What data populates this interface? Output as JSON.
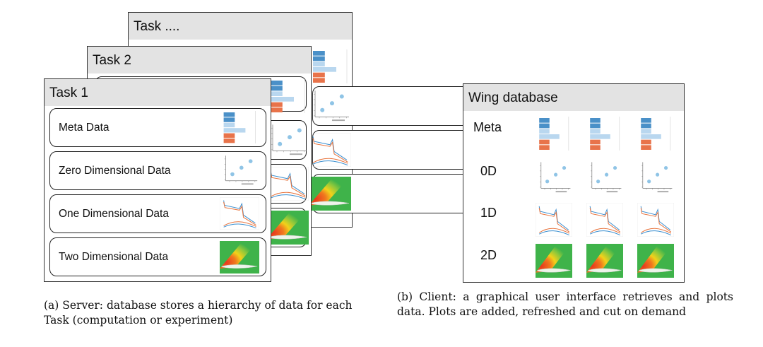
{
  "server": {
    "stack": [
      {
        "title": "Task ...."
      },
      {
        "title": "Task 2"
      },
      {
        "title": "Task 1"
      }
    ],
    "rows": [
      {
        "label": "Meta Data",
        "thumb": "meta"
      },
      {
        "label": "Zero Dimensional Data",
        "thumb": "zero"
      },
      {
        "label": "One Dimensional Data",
        "thumb": "one"
      },
      {
        "label": "Two Dimensional Data",
        "thumb": "two"
      }
    ],
    "caption": "(a) Server: database stores a hierarchy of data for each Task (computation or experiment)"
  },
  "client": {
    "title": "Wing database",
    "rows": [
      {
        "label": "Meta",
        "thumb": "meta"
      },
      {
        "label": "0D",
        "thumb": "zero"
      },
      {
        "label": "1D",
        "thumb": "one"
      },
      {
        "label": "2D",
        "thumb": "two"
      }
    ],
    "caption": "(b) Client: a graphical user interface retrieves and plots data. Plots are added, refreshed and cut on demand"
  },
  "colors": {
    "header_bg": "#e3e3e3",
    "meta_blue_dark": "#4a90c8",
    "meta_blue_light": "#b9d7ef",
    "meta_orange": "#e8734a",
    "scatter_point": "#8fc4e6",
    "line_orange": "#e8733c",
    "line_blue": "#3a8fd0",
    "field_green": "#3fb34a",
    "field_red": "#e8321e",
    "field_yellow": "#f2d21a"
  }
}
